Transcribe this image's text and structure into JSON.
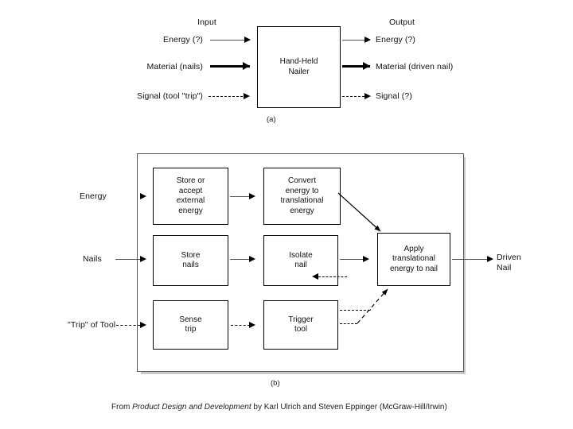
{
  "figure": {
    "caption_prefix": "From ",
    "caption_title": "Product Design and Development",
    "caption_suffix": " by Karl Ulrich and Steven Eppinger (McGraw-Hill/Irwin)",
    "label_a": "(a)",
    "label_b": "(b)"
  },
  "diagram_a": {
    "heading_input": "Input",
    "heading_output": "Output",
    "black_box_title_line1": "Hand-Held",
    "black_box_title_line2": "Nailer",
    "inputs": [
      {
        "label": "Energy (?)",
        "flow": "energy",
        "style": "thin-solid"
      },
      {
        "label": "Material (nails)",
        "flow": "material",
        "style": "thick-solid"
      },
      {
        "label": "Signal (tool \"trip\")",
        "flow": "signal",
        "style": "dashed"
      }
    ],
    "outputs": [
      {
        "label": "Energy (?)",
        "flow": "energy",
        "style": "thin-solid"
      },
      {
        "label": "Material (driven nail)",
        "flow": "material",
        "style": "thick-solid"
      },
      {
        "label": "Signal (?)",
        "flow": "signal",
        "style": "dashed"
      }
    ]
  },
  "diagram_b": {
    "inputs": [
      {
        "label": "Energy",
        "style": "solid"
      },
      {
        "label": "Nails",
        "style": "solid"
      },
      {
        "label": "\"Trip\" of Tool",
        "style": "dashed"
      }
    ],
    "outputs": [
      {
        "label_line1": "Driven",
        "label_line2": "Nail",
        "style": "solid"
      }
    ],
    "boxes": [
      {
        "id": "store-energy",
        "lines": [
          "Store or",
          "accept",
          "external",
          "energy"
        ]
      },
      {
        "id": "convert-energy",
        "lines": [
          "Convert",
          "energy to",
          "translational",
          "energy"
        ]
      },
      {
        "id": "store-nails",
        "lines": [
          "Store",
          "nails"
        ]
      },
      {
        "id": "isolate-nail",
        "lines": [
          "Isolate",
          "nail"
        ]
      },
      {
        "id": "sense-trip",
        "lines": [
          "Sense",
          "trip"
        ]
      },
      {
        "id": "trigger-tool",
        "lines": [
          "Trigger",
          "tool"
        ]
      },
      {
        "id": "apply-energy",
        "lines": [
          "Apply",
          "translational",
          "energy to nail"
        ]
      }
    ]
  },
  "colors": {
    "line": "#555555",
    "line_black": "#000000",
    "shadow": "#c9c9c9",
    "container_border": "#555555",
    "box_border": "#000000",
    "background": "#ffffff"
  }
}
